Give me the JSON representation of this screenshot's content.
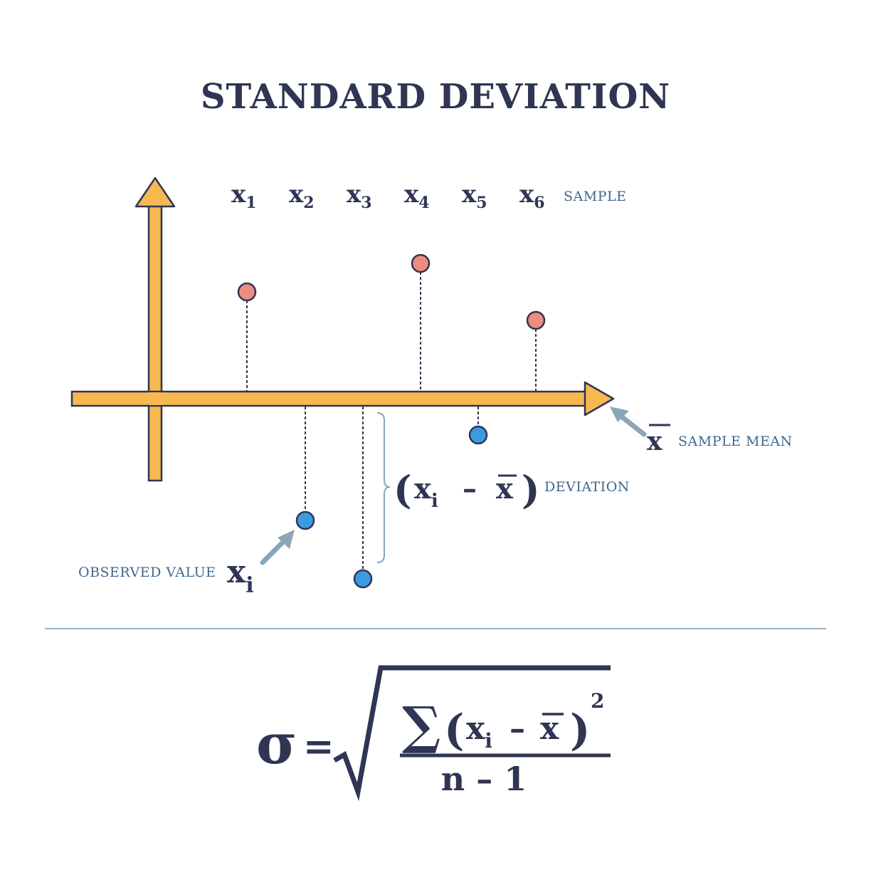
{
  "title": "STANDARD DEVIATION",
  "sample": {
    "variables": [
      {
        "base": "x",
        "index": "1"
      },
      {
        "base": "x",
        "index": "2"
      },
      {
        "base": "x",
        "index": "3"
      },
      {
        "base": "x",
        "index": "4"
      },
      {
        "base": "x",
        "index": "5"
      },
      {
        "base": "x",
        "index": "6"
      }
    ],
    "label": "SAMPLE"
  },
  "mean": {
    "symbol": "x",
    "label": "SAMPLE MEAN"
  },
  "deviation": {
    "open_paren": "(",
    "base": "x",
    "index": "i",
    "minus": "–",
    "mean_symbol": "x",
    "close_paren": ")",
    "label": "DEVIATION"
  },
  "observed": {
    "label": "OBSERVED VALUE",
    "base": "x",
    "index": "i"
  },
  "formula": {
    "sigma": "σ",
    "equals": "=",
    "sum": "∑",
    "numerator_open": "(",
    "base": "x",
    "index": "i",
    "minus": "–",
    "mean_symbol": "x",
    "numerator_close": ")",
    "exponent": "2",
    "denominator": "n – 1"
  },
  "colors": {
    "axis": "#f8b850",
    "axis_outline": "#2f3553",
    "above_point": "#ee8c7e",
    "below_point": "#3c9be0",
    "text": "#2f3553",
    "label": "#41678d",
    "pointer": "#8ba6b9",
    "divider": "#9bb5c7"
  },
  "points": [
    {
      "name": "x1",
      "position": "above"
    },
    {
      "name": "x2",
      "position": "below"
    },
    {
      "name": "x3",
      "position": "below"
    },
    {
      "name": "x4",
      "position": "above"
    },
    {
      "name": "x5",
      "position": "below"
    },
    {
      "name": "x6",
      "position": "above"
    }
  ]
}
